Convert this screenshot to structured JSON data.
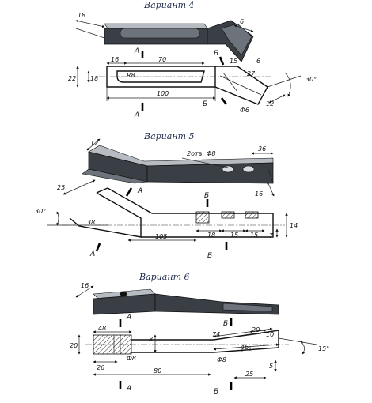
{
  "variants": [
    {
      "title": "Вариант 4",
      "dims": [
        "18",
        "6",
        "16",
        "70",
        "R8",
        "22",
        "18",
        "15",
        "27",
        "6",
        "30°",
        "100",
        "12",
        "Ф6"
      ],
      "section_labels": [
        "А",
        "А",
        "Б",
        "Б"
      ]
    },
    {
      "title": "Вариант 5",
      "dims": [
        "12",
        "2отв. Ф8",
        "36",
        "16",
        "25",
        "30°",
        "38",
        "105",
        "18",
        "15",
        "15",
        "14",
        "7"
      ],
      "section_labels": [
        "А",
        "А",
        "Б",
        "Б"
      ]
    },
    {
      "title": "Вариант 6",
      "dims": [
        "16",
        "48",
        "20",
        "8",
        "26",
        "Ф8",
        "80",
        "74",
        "20",
        "10",
        "46",
        "Ф8",
        "25",
        "15°",
        "5"
      ],
      "section_labels": [
        "А",
        "А",
        "Б",
        "Б"
      ]
    }
  ]
}
